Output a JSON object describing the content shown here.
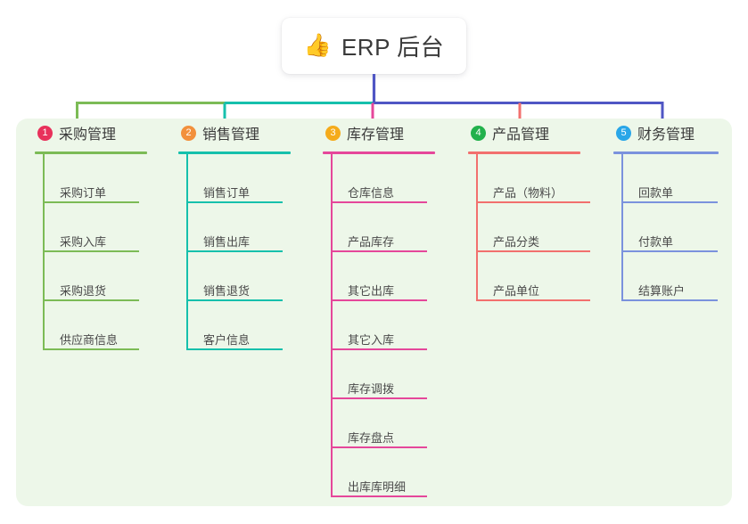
{
  "root": {
    "icon": "thumbs-up-icon",
    "icon_glyph": "👍",
    "title": "ERP 后台"
  },
  "theme": {
    "panel_background": "#edf7e9",
    "card_background": "#ffffff",
    "text_color": "#3a3a3a",
    "root_stem_color": "#4f56c4"
  },
  "columns": [
    {
      "number": "1",
      "title": "采购管理",
      "badge_color": "#e8315b",
      "accent_color": "#7cbb56",
      "bus_color": "#7cbb56",
      "items": [
        {
          "label": "采购订单"
        },
        {
          "label": "采购入库"
        },
        {
          "label": "采购退货"
        },
        {
          "label": "供应商信息"
        }
      ]
    },
    {
      "number": "2",
      "title": "销售管理",
      "badge_color": "#f2903c",
      "accent_color": "#16c0ac",
      "bus_color": "#16c0ac",
      "items": [
        {
          "label": "销售订单"
        },
        {
          "label": "销售出库"
        },
        {
          "label": "销售退货"
        },
        {
          "label": "客户信息"
        }
      ]
    },
    {
      "number": "3",
      "title": "库存管理",
      "badge_color": "#f5ab1b",
      "accent_color": "#e5479a",
      "bus_color": "#e5479a",
      "items": [
        {
          "label": "仓库信息"
        },
        {
          "label": "产品库存"
        },
        {
          "label": "其它出库"
        },
        {
          "label": "其它入库"
        },
        {
          "label": "库存调拨"
        },
        {
          "label": "库存盘点"
        },
        {
          "label": "出库库明细"
        }
      ]
    },
    {
      "number": "4",
      "title": "产品管理",
      "badge_color": "#22b14c",
      "accent_color": "#f2706e",
      "bus_color": "#f2706e",
      "items": [
        {
          "label": "产品（物料）"
        },
        {
          "label": "产品分类"
        },
        {
          "label": "产品单位"
        }
      ]
    },
    {
      "number": "5",
      "title": "财务管理",
      "badge_color": "#29a6e8",
      "accent_color": "#7b92dd",
      "bus_color": "#4f56c4",
      "items": [
        {
          "label": "回款单"
        },
        {
          "label": "付款单"
        },
        {
          "label": "结算账户"
        }
      ]
    }
  ]
}
